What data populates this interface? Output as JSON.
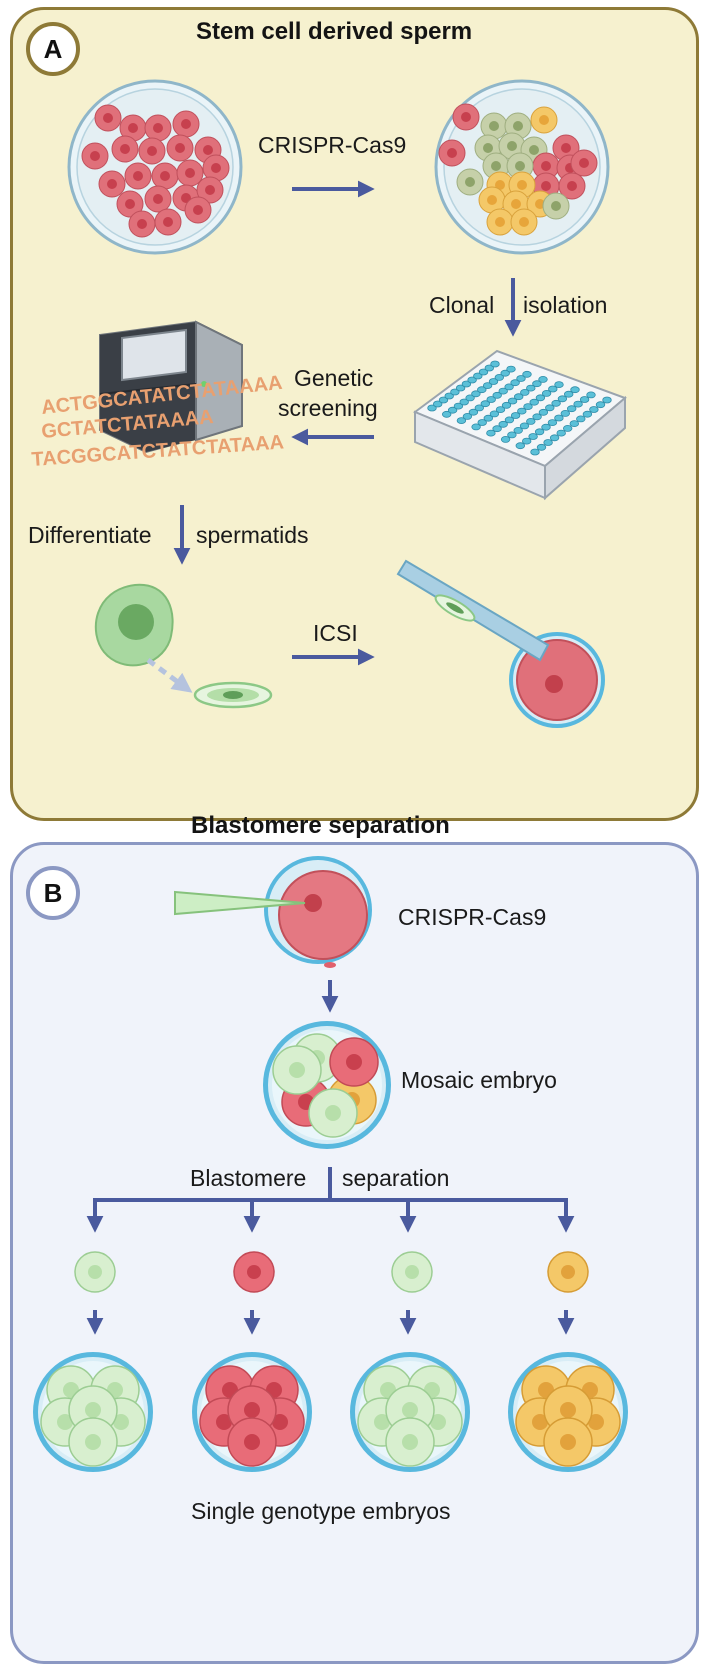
{
  "panel_a": {
    "badge": "A",
    "title": "Stem cell derived sperm",
    "labels": {
      "crispr": "CRISPR-Cas9",
      "clonal": "Clonal",
      "isolation": "isolation",
      "genetic": "Genetic",
      "screening": "screening",
      "differentiate": "Differentiate",
      "spermatids": "spermatids",
      "icsi": "ICSI"
    },
    "dna_lines": [
      "ACTGGCATATCTATAAAA",
      "GCTATCTATAAAA",
      "TACGGCATCTATCTATAAA"
    ]
  },
  "panel_b": {
    "badge": "B",
    "title": "Blastomere separation",
    "labels": {
      "crispr": "CRISPR-Cas9",
      "mosaic": "Mosaic embryo",
      "blastomere": "Blastomere",
      "separation": "separation",
      "single": "Single genotype embryos"
    }
  },
  "colors": {
    "panel_a_bg": "#f6f1cf",
    "panel_a_border": "#8e7a37",
    "panel_b_bg": "#f0f3fa",
    "panel_b_border": "#8b98c3",
    "arrow": "#4a5a9e",
    "red_cell": "#e0707a",
    "green_cell": "#d8efcf",
    "yellow_cell": "#f4c868",
    "gray_green_cell": "#c6d0a9",
    "zona": "#58b8de",
    "dna_text": "#e8a070"
  }
}
